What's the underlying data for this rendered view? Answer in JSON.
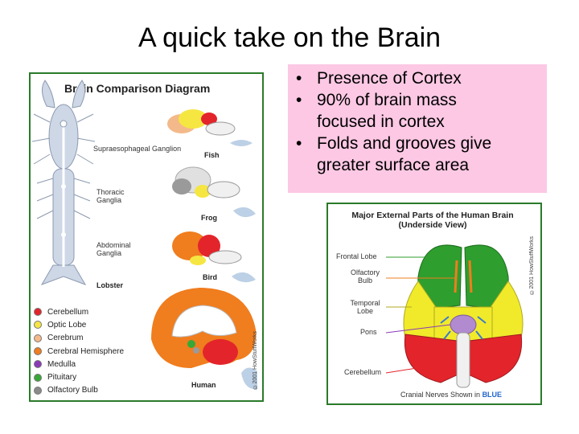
{
  "title": "A quick take on the Brain",
  "bullets": [
    "Presence of Cortex",
    "90% of brain mass focused in cortex",
    "Folds and grooves give greater surface area"
  ],
  "bullet_lines": [
    [
      "Presence of Cortex"
    ],
    [
      "90% of brain mass",
      "focused in cortex"
    ],
    [
      "Folds and grooves give",
      "greater surface area"
    ]
  ],
  "bullet_glyph": "•",
  "colors": {
    "bullet_box": "#fcc8e4",
    "frame": "#2a7a2a",
    "cerebellum": "#e3242b",
    "optic_lobe": "#f5e642",
    "cerebrum": "#f4b98a",
    "cerebral_hemisphere": "#f07d1e",
    "medulla": "#8a3ab8",
    "pituitary": "#37a837",
    "olfactory_bulb": "#8a8a8a",
    "frontal_lobe": "#2e9e2e",
    "temporal_lobe": "#f0ea2a",
    "lobster": "#cdd7e6"
  },
  "left_diagram": {
    "title": "Brain Comparison Diagram",
    "labels": {
      "supraesophageal": "Supraesophageal Ganglion",
      "thoracic": "Thoracic Ganglia",
      "abdominal": "Abdominal Ganglia",
      "lobster": "Lobster",
      "fish": "Fish",
      "frog": "Frog",
      "bird": "Bird",
      "human": "Human"
    },
    "legend": [
      {
        "label": "Cerebellum",
        "color": "#e3242b"
      },
      {
        "label": "Optic Lobe",
        "color": "#f5e642"
      },
      {
        "label": "Cerebrum",
        "color": "#f4b98a"
      },
      {
        "label": "Cerebral Hemisphere",
        "color": "#f07d1e"
      },
      {
        "label": "Medulla",
        "color": "#8a3ab8"
      },
      {
        "label": "Pituitary",
        "color": "#37a837"
      },
      {
        "label": "Olfactory Bulb",
        "color": "#8a8a8a"
      }
    ],
    "copyright": "©2001 HowStuffWorks"
  },
  "right_diagram": {
    "title": "Major External Parts of the Human Brain",
    "subtitle": "(Underside View)",
    "labels": {
      "frontal": "Frontal Lobe",
      "olfactory": "Olfactory Bulb",
      "temporal": "Temporal Lobe",
      "pons": "Pons",
      "cerebellum": "Cerebellum"
    },
    "caption_prefix": "Cranial Nerves Shown in",
    "caption_highlight": "BLUE",
    "copyright": "©2001 HowStuffWorks"
  }
}
